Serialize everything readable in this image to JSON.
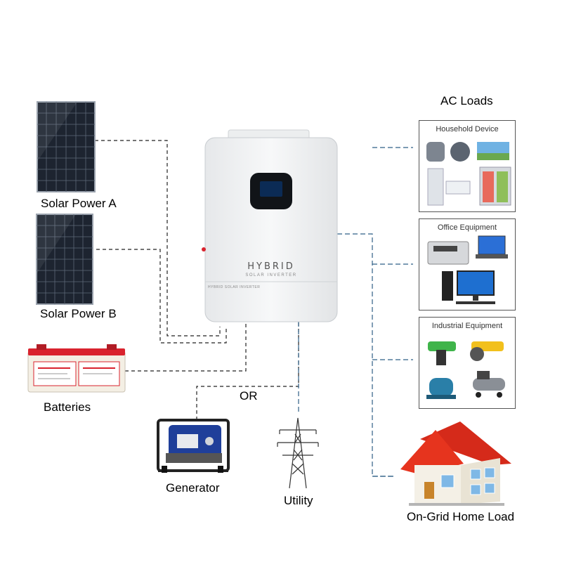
{
  "labels": {
    "solar_a": "Solar Power A",
    "solar_b": "Solar Power B",
    "batteries": "Batteries",
    "or": "OR",
    "generator": "Generator",
    "utility": "Utility",
    "ac_loads": "AC Loads",
    "on_grid": "On-Grid Home Load"
  },
  "inverter": {
    "brand": "HYBRID",
    "sub": "SOLAR INVERTER",
    "strip": "HYBRID SOLAR INVERTER"
  },
  "ac_groups": [
    {
      "title": "Household Device"
    },
    {
      "title": "Office Equipment"
    },
    {
      "title": "Industrial Equipment"
    }
  ],
  "colors": {
    "solar_line": "#222222",
    "ac_line": "#2f5f86",
    "panel": "#1d2430",
    "house_roof": "#e6341e"
  }
}
